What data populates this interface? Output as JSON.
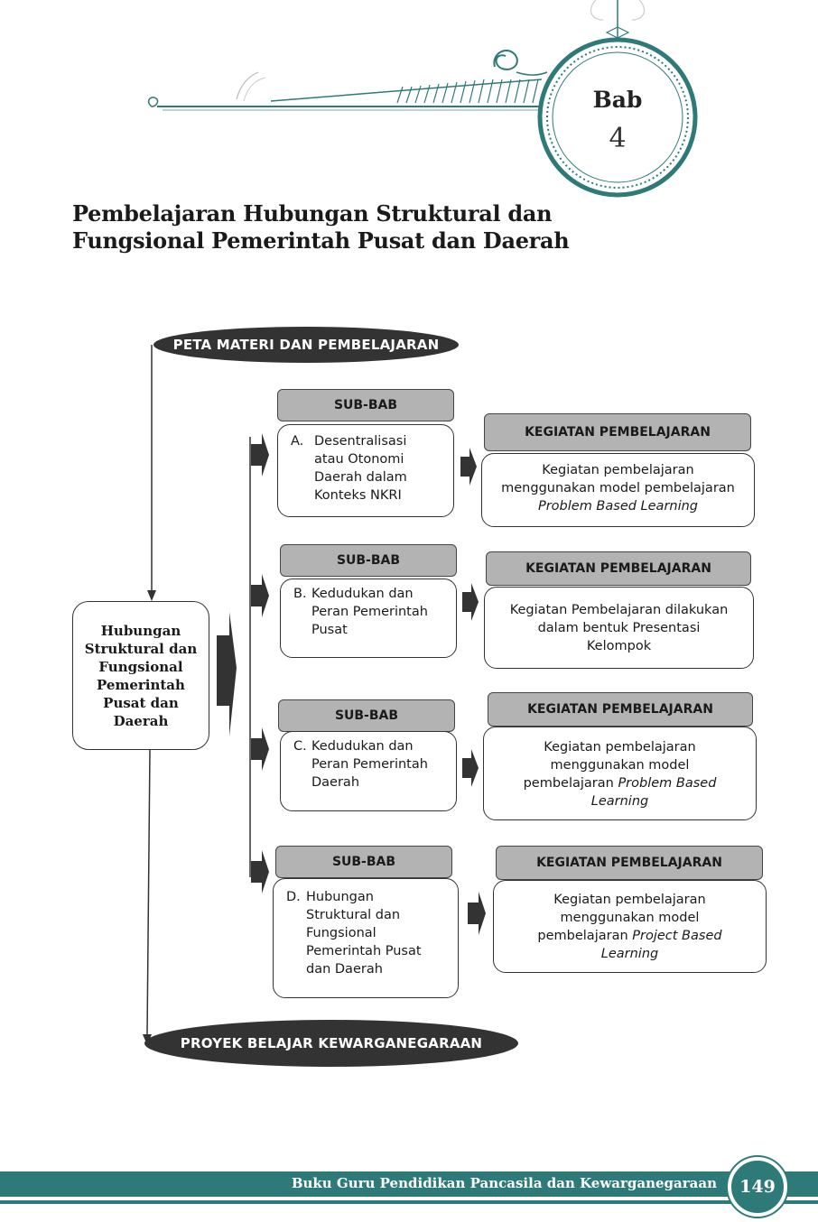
{
  "chapter": {
    "label": "Bab",
    "number": "4"
  },
  "title": {
    "line1": "Pembelajaran Hubungan Struktural dan",
    "line2": "Fungsional Pemerintah Pusat dan Daerah"
  },
  "diagram": {
    "top_pill": "PETA MATERI DAN PEMBELAJARAN",
    "central_lines": [
      "Hubungan",
      "Struktural dan",
      "Fungsional",
      "Pemerintah",
      "Pusat dan",
      "Daerah"
    ],
    "bottom_pill": "PROYEK BELAJAR KEWARGANEGARAAN",
    "rows": [
      {
        "sub_header": "SUB-BAB",
        "sub_letter": "A.",
        "sub_text": "Desentralisasi\natau Otonomi\nDaerah dalam\nKonteks NKRI",
        "keg_header": "KEGIATAN PEMBELAJARAN",
        "keg_lines": [
          "Kegiatan pembelajaran",
          "menggunakan model pembelajaran"
        ],
        "keg_italic_prefix": "",
        "keg_italic": "Problem Based Learning"
      },
      {
        "sub_header": "SUB-BAB",
        "sub_letter": "B.",
        "sub_text": "Kedudukan dan\nPeran Pemerintah\nPusat",
        "keg_header": "KEGIATAN PEMBELAJARAN",
        "keg_lines": [
          "Kegiatan Pembelajaran dilakukan",
          "dalam bentuk Presentasi",
          "Kelompok"
        ],
        "keg_italic_prefix": "",
        "keg_italic": ""
      },
      {
        "sub_header": "SUB-BAB",
        "sub_letter": "C.",
        "sub_text": "Kedudukan dan\nPeran Pemerintah\nDaerah",
        "keg_header": "KEGIATAN PEMBELAJARAN",
        "keg_lines": [
          "Kegiatan pembelajaran",
          "menggunakan model"
        ],
        "keg_italic_prefix": "pembelajaran ",
        "keg_italic": "Problem Based",
        "keg_italic_line2": "Learning"
      },
      {
        "sub_header": "SUB-BAB",
        "sub_letter": "D.",
        "sub_text": "Hubungan\nStruktural dan\nFungsional\nPemerintah Pusat\ndan Daerah",
        "keg_header": "KEGIATAN PEMBELAJARAN",
        "keg_lines": [
          "Kegiatan pembelajaran",
          "menggunakan model"
        ],
        "keg_italic_prefix": "pembelajaran ",
        "keg_italic": "Project Based",
        "keg_italic_line2": "Learning"
      }
    ]
  },
  "footer": {
    "book_title": "Buku Guru Pendidikan Pancasila dan Kewarganegaraan",
    "page_number": "149"
  },
  "colors": {
    "teal": "#2e7a78",
    "dark": "#333333",
    "header_gray": "#b3b3b3"
  }
}
